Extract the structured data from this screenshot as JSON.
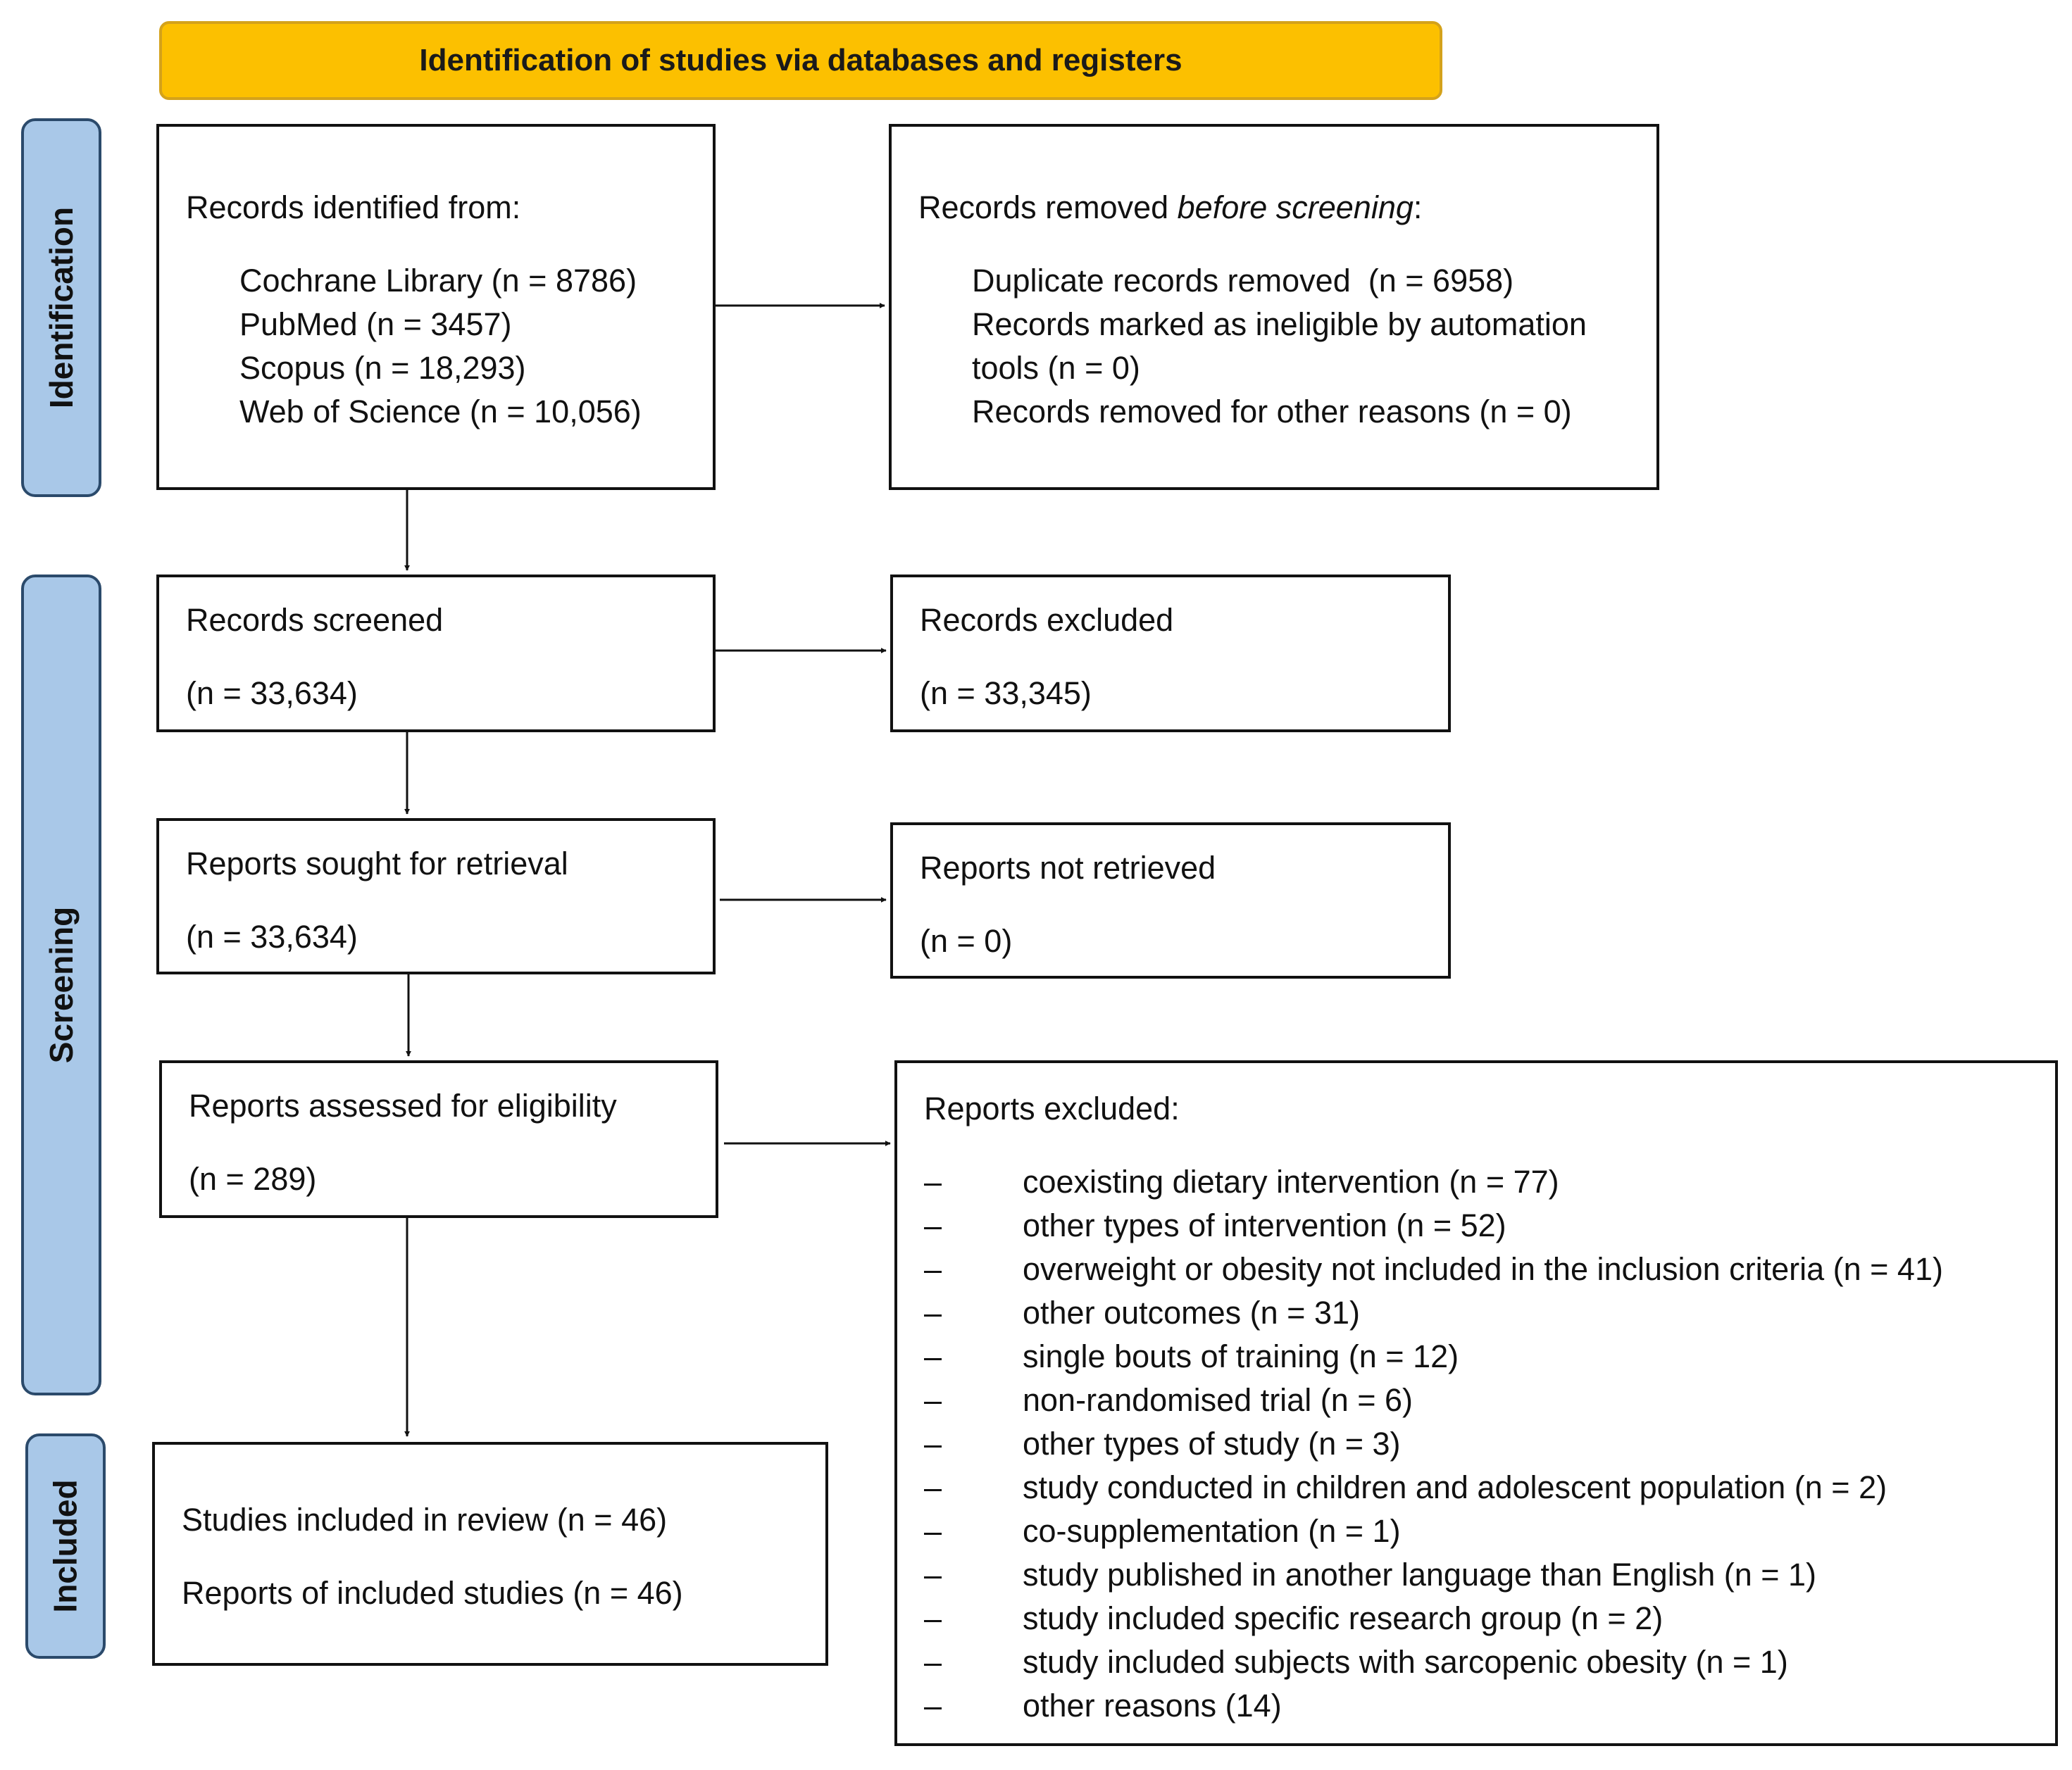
{
  "colors": {
    "header_fill": "#fcc000",
    "phase_fill": "#a9c8e8",
    "line": "#111111"
  },
  "header": {
    "title": "Identification of studies via databases and registers"
  },
  "phases": {
    "identification": "Identification",
    "screening": "Screening",
    "included": "Included"
  },
  "identified": {
    "heading": "Records identified from:",
    "sources": [
      "Cochrane Library (n = 8786)",
      "PubMed (n = 3457)",
      "Scopus (n = 18,293)",
      "Web of Science (n = 10,056)"
    ]
  },
  "removed": {
    "heading_start": "Records removed ",
    "heading_em": "before screening",
    "heading_end": ":",
    "lines": [
      "Duplicate records removed  (n = 6958)",
      "Records marked as ineligible by automation",
      "tools (n = 0)",
      "Records removed for other reasons (n = 0)"
    ]
  },
  "screened": {
    "label": "Records screened",
    "count": "(n = 33,634)"
  },
  "excluded_records": {
    "label": "Records excluded",
    "count": "(n = 33,345)"
  },
  "sought": {
    "label": "Reports sought for retrieval",
    "count": "(n = 33,634)"
  },
  "not_retrieved": {
    "label": "Reports not retrieved",
    "count": "(n = 0)"
  },
  "assessed": {
    "label": "Reports assessed for eligibility",
    "count": "(n = 289)"
  },
  "reports_excluded": {
    "heading": "Reports excluded:",
    "bullet": "–",
    "reasons": [
      "coexisting dietary intervention (n = 77)",
      "other types of intervention (n = 52)",
      "overweight or obesity not included in the inclusion criteria (n = 41)",
      "other outcomes (n = 31)",
      "single bouts of training (n = 12)",
      "non-randomised trial (n = 6)",
      "other types of study (n = 3)",
      "study conducted in children and adolescent population (n = 2)",
      "co-supplementation (n = 1)",
      "study published in another language than English (n = 1)",
      "study included specific research group (n = 2)",
      "study included subjects with sarcopenic obesity (n = 1)",
      "other reasons (14)"
    ]
  },
  "included": {
    "studies": "Studies included in review (n = 46)",
    "reports": "Reports of included studies (n = 46)"
  }
}
